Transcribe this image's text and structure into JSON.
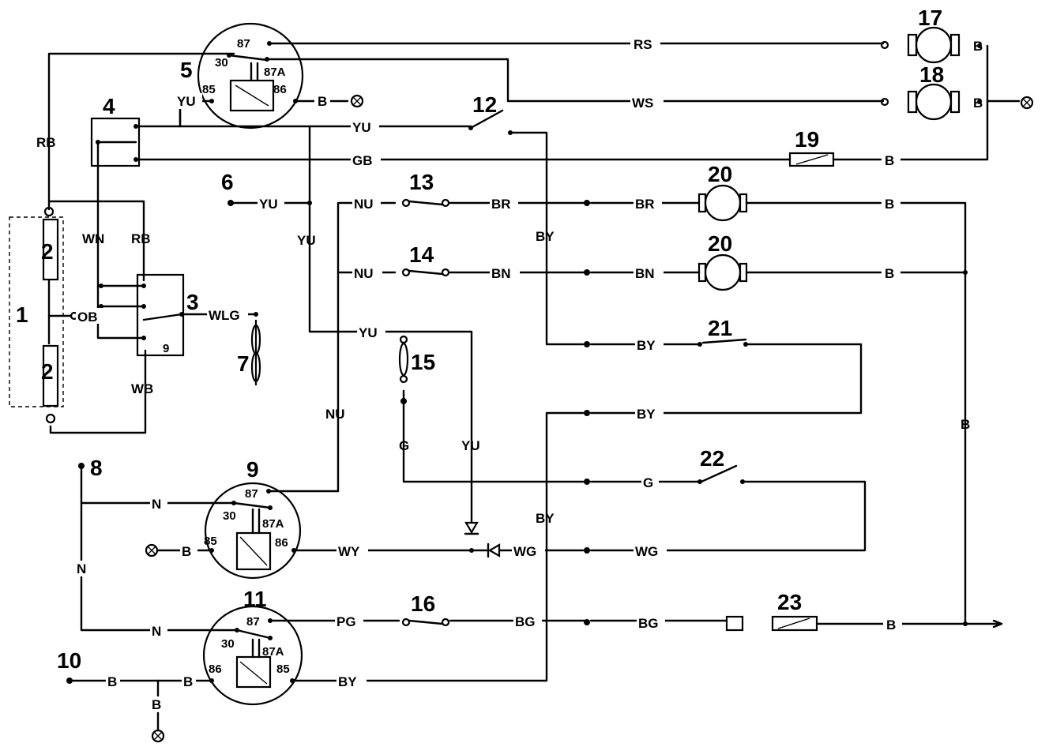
{
  "components": {
    "c1": "1",
    "c2a": "2",
    "c2b": "2",
    "c3": "3",
    "c4": "4",
    "c5": "5",
    "c6": "6",
    "c7": "7",
    "c8": "8",
    "c9": "9",
    "c10": "10",
    "c11": "11",
    "c12": "12",
    "c13": "13",
    "c14": "14",
    "c15": "15",
    "c16": "16",
    "c17": "17",
    "c18": "18",
    "c19": "19",
    "c20a": "20",
    "c20b": "20",
    "c21": "21",
    "c22": "22",
    "c23": "23"
  },
  "pins": {
    "p87": "87",
    "p30": "30",
    "p87a": "87A",
    "p85": "85",
    "p86": "86",
    "p9": "9"
  },
  "wires": {
    "RS": "RS",
    "WS": "WS",
    "RB": "RB",
    "YU": "YU",
    "GB": "GB",
    "B": "B",
    "NU": "NU",
    "BR": "BR",
    "BN": "BN",
    "BY": "BY",
    "WN": "WN",
    "OB": "OB",
    "WLG": "WLG",
    "WB": "WB",
    "G": "G",
    "N": "N",
    "WY": "WY",
    "WG": "WG",
    "PG": "PG",
    "BG": "BG"
  }
}
